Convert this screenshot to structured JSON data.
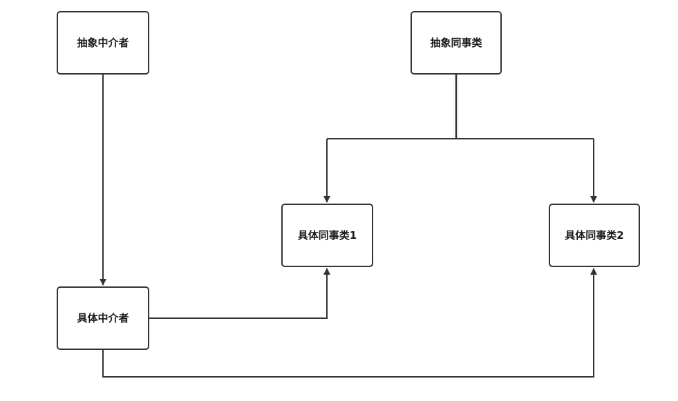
{
  "diagram": {
    "nodes": {
      "abstract_mediator": "抽象中介者",
      "abstract_colleague": "抽象同事类",
      "concrete_colleague_1": "具体同事类1",
      "concrete_colleague_2": "具体同事类2",
      "concrete_mediator": "具体中介者"
    },
    "colors": {
      "line": "#333333",
      "border": "#333333",
      "text": "#1a1a1a",
      "background": "#ffffff"
    }
  }
}
